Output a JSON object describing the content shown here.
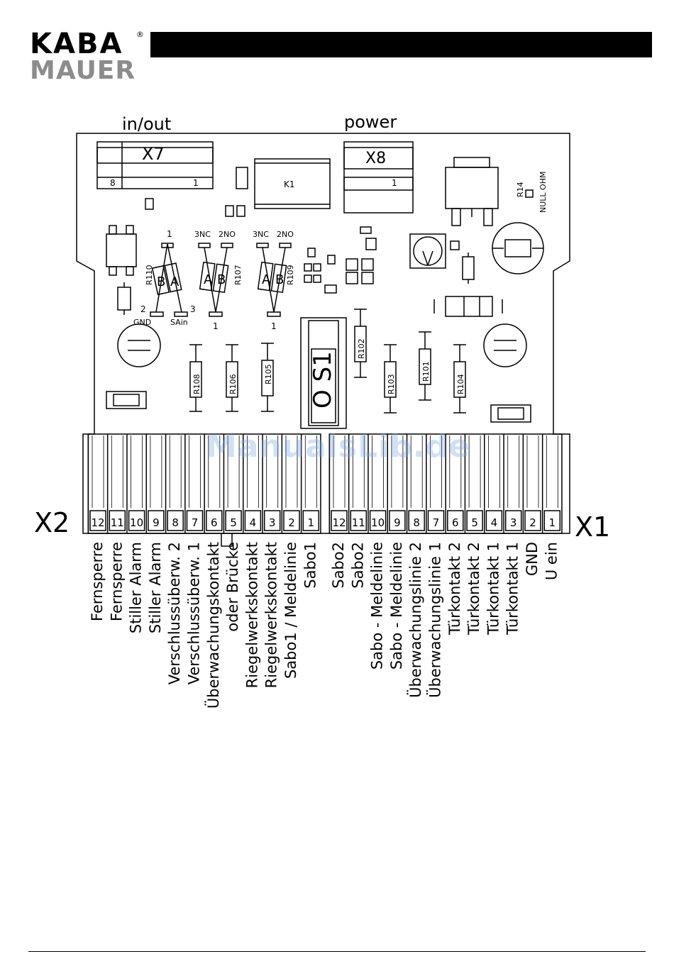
{
  "brand": {
    "name": "KABA",
    "sub": "MAUER",
    "reg": "®"
  },
  "watermark": "ManualsLib.de",
  "board": {
    "top_labels": {
      "inout": "in/out",
      "power": "power"
    },
    "connectors": {
      "x7": "X7",
      "x7_left": "8",
      "x7_right": "1",
      "x8": "X8",
      "x8_right": "1",
      "k1": "K1"
    },
    "os1": "O S1",
    "misc": {
      "r14": "R14",
      "null_ohm": "NULL OHM",
      "pin1a": "1",
      "pin2": "2",
      "pin3": "3",
      "gnd": "GND",
      "sain": "SAin",
      "nc1": "3NC",
      "no1": "2NO",
      "nc2": "3NC",
      "no2": "2NO",
      "one_b": "1",
      "one_c": "1",
      "r110": "R110",
      "r107": "R107",
      "r109": "R109",
      "ab1_a": "B",
      "ab1_b": "A",
      "ab2_a": "A",
      "ab2_b": "B",
      "ab3_a": "A",
      "ab3_b": "B"
    },
    "resistors": [
      "R108",
      "R106",
      "R105",
      "R102",
      "R103",
      "R101",
      "R104"
    ]
  },
  "terminals": {
    "x2": {
      "name": "X2",
      "pins": [
        "12",
        "11",
        "10",
        "9",
        "8",
        "7",
        "6",
        "5",
        "4",
        "3",
        "2",
        "1"
      ],
      "labels": [
        "Fernsperre",
        "Fernsperre",
        "Stiller Alarm",
        "Stiller Alarm",
        "Verschlussüberw. 2",
        "Verschlussüberw. 1",
        "Überwachungskontakt",
        "oder Brücke",
        "Riegelwerkskontakt",
        "Riegelwerkskontakt",
        "Sabo1 / Meldelinie",
        "Sabo1"
      ]
    },
    "x1": {
      "name": "X1",
      "pins": [
        "12",
        "11",
        "10",
        "9",
        "8",
        "7",
        "6",
        "5",
        "4",
        "3",
        "2",
        "1"
      ],
      "labels": [
        "Sabo2",
        "Sabo2",
        "Sabo - Meldelinie",
        "Sabo - Meldelinie",
        "Überwachungslinie 2",
        "Überwachungslinie 1",
        "Türkontakt 2",
        "Türkontakt 2",
        "Türkontakt 1",
        "Türkontakt 1",
        "GND",
        "U ein"
      ]
    }
  }
}
